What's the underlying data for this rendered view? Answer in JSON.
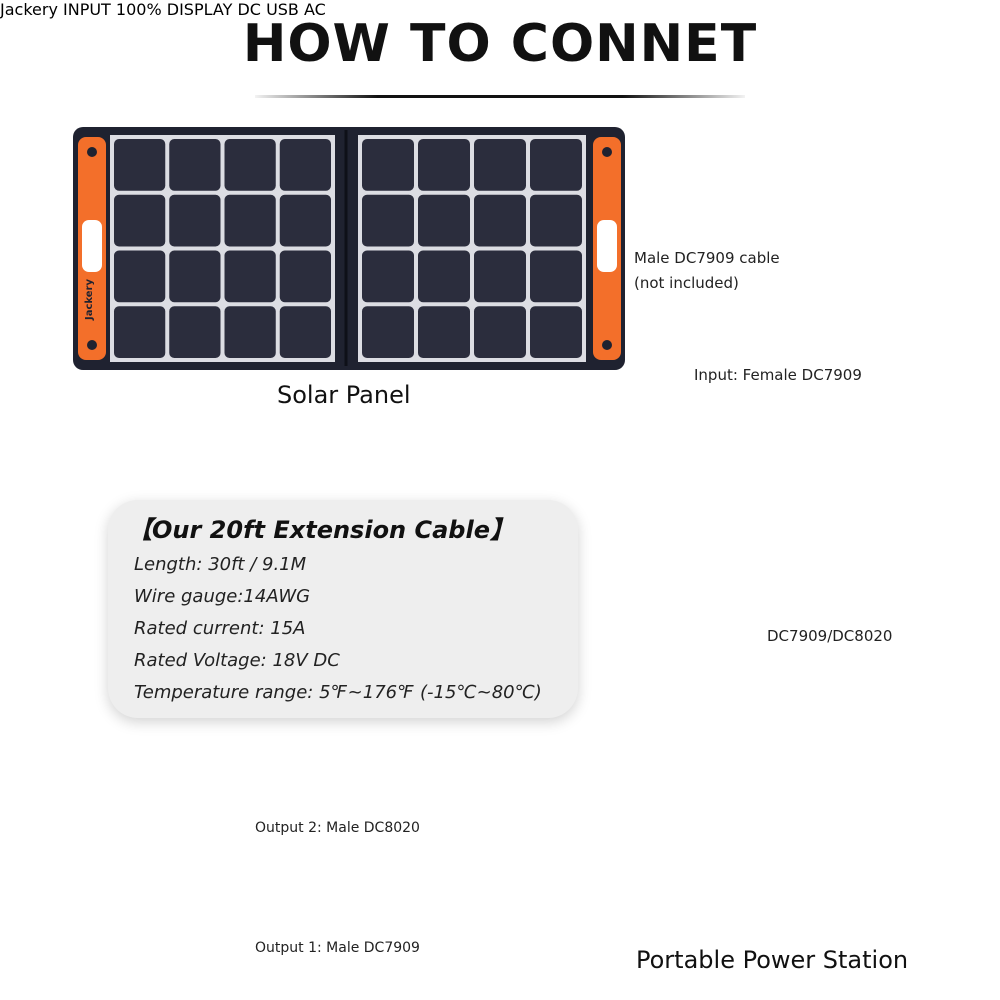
{
  "title": "HOW TO CONNET",
  "solar_panel": {
    "label": "Solar Panel",
    "brand_text": "Jackery"
  },
  "cable_labels": {
    "male_cable_line1": "Male DC7909 cable",
    "male_cable_line2": "(not included)",
    "input_label": "Input: Female DC7909",
    "output2_label": "Output 2: Male DC8020",
    "output1_label": "Output 1: Male DC7909",
    "station_port_label": "DC7909/DC8020"
  },
  "specs": {
    "title": "【Our 20ft Extension Cable】",
    "items": [
      "Length: 30ft / 9.1M",
      "Wire gauge:14AWG",
      "Rated current: 15A",
      "Rated Voltage: 18V DC",
      "Temperature range: 5℉~176℉  (-15℃~80℃)"
    ]
  },
  "power_station": {
    "label": "Portable Power Station",
    "brand_text": "Jackery",
    "input_text": "INPUT",
    "display_text": "DISPLAY",
    "display_value": "100%",
    "dc_text": "DC",
    "usb_text": "USB",
    "ac_text": "AC"
  },
  "colors": {
    "cable_orange": "#ef5a1c",
    "panel_orange": "#f36f2a",
    "panel_dark": "#1f2230",
    "specs_bg": "#eeeeee"
  }
}
